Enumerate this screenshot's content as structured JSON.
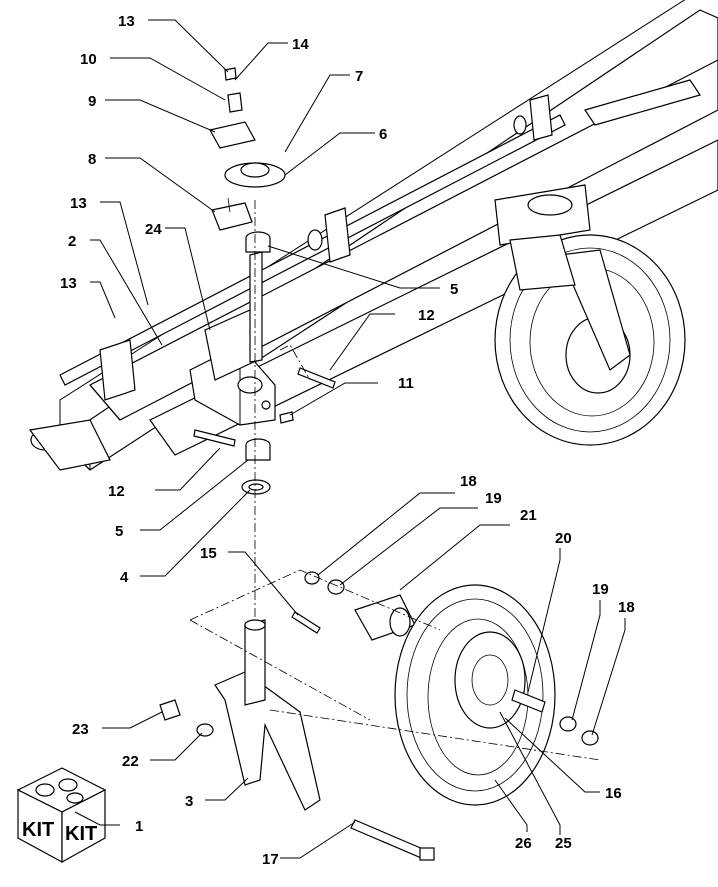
{
  "callouts": {
    "c1": "1",
    "c2": "2",
    "c3": "3",
    "c4": "4",
    "c5a": "5",
    "c5b": "5",
    "c6": "6",
    "c7": "7",
    "c8": "8",
    "c9": "9",
    "c10": "10",
    "c11": "11",
    "c12a": "12",
    "c12b": "12",
    "c13a": "13",
    "c13b": "13",
    "c13c": "13",
    "c14": "14",
    "c15": "15",
    "c16": "16",
    "c17": "17",
    "c18a": "18",
    "c18b": "18",
    "c19a": "19",
    "c19b": "19",
    "c20": "20",
    "c21": "21",
    "c22": "22",
    "c23": "23",
    "c24": "24",
    "c25": "25",
    "c26": "26"
  },
  "kit_box": {
    "label_left": "KIT",
    "label_right": "KIT"
  }
}
